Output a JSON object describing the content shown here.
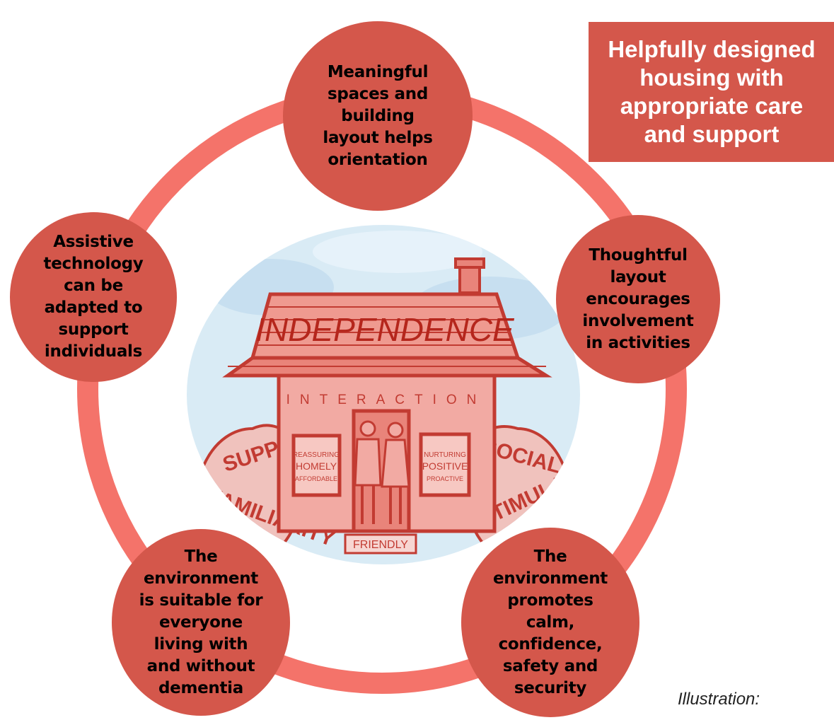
{
  "title": "Helpfully designed\nhousing with\nappropriate care\nand support",
  "nodes": {
    "top": "Meaningful\nspaces and\nbuilding\nlayout helps\norientation",
    "right": "Thoughtful\nlayout\nencourages\ninvolvement\nin activities",
    "bottom_right": "The\nenvironment\npromotes\ncalm,\nconfidence,\nsafety and\nsecurity",
    "bottom_left": "The\nenvironment\nis suitable for\neveryone\nliving with\nand without\ndementia",
    "left": "Assistive\ntechnology\ncan be\nadapted to\nsupport\nindividuals"
  },
  "illustration": {
    "roof_word": "INDEPENDENCE",
    "band_word": "INTERACTION",
    "door_sign": "FRIENDLY",
    "left_window": [
      "REASSURING",
      "HOMELY",
      "AFFORDABLE"
    ],
    "right_window": [
      "NURTURING",
      "POSITIVE",
      "PROACTIVE"
    ],
    "left_bush": [
      "SUPPORT",
      "FAMILIARITY"
    ],
    "right_bush": [
      "SOCIAL",
      "STIMULATION"
    ]
  },
  "caption": "Illustration:",
  "colors": {
    "node_fill": "#d4574b",
    "ring": "#f4736a",
    "title_fill": "#d4574b",
    "title_text": "#ffffff",
    "node_text": "#000000"
  }
}
